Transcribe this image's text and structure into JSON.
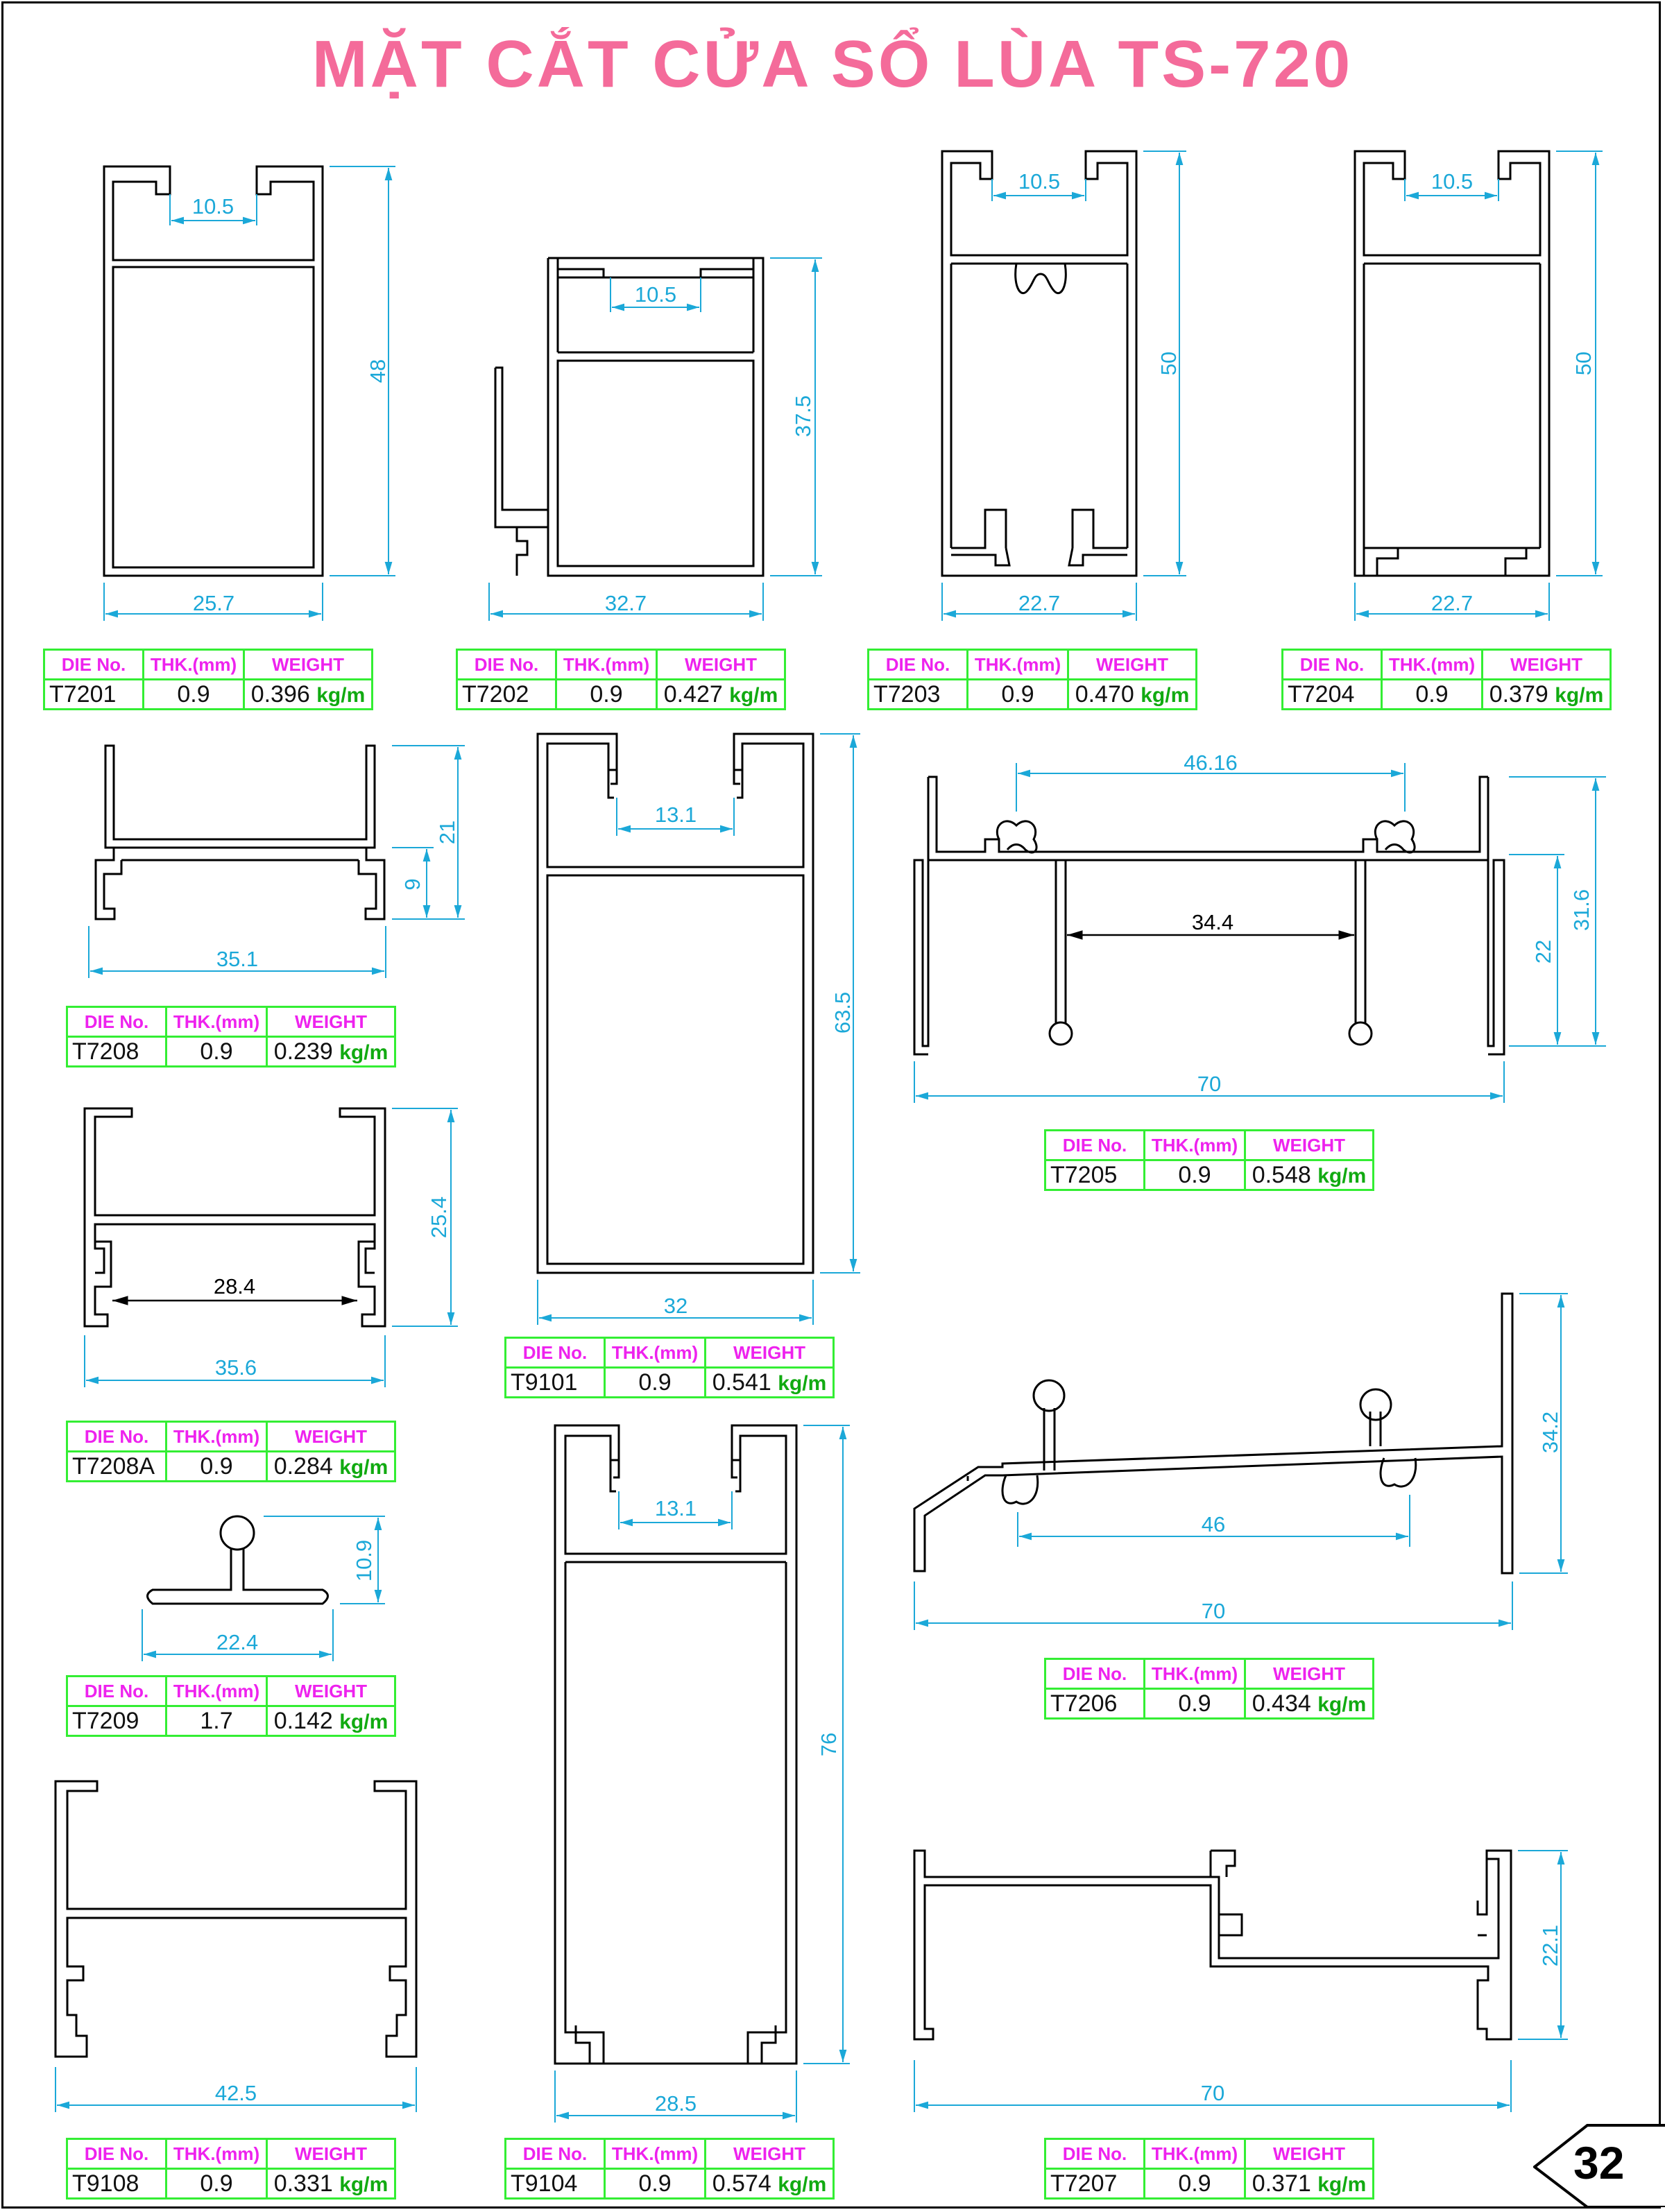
{
  "page": {
    "title": "MẶT CẮT CỬA SỔ LÙA TS-720",
    "page_number": "32"
  },
  "table_headers": {
    "die": "DIE No.",
    "thk": "THK.(mm)",
    "weight": "WEIGHT"
  },
  "tables": {
    "t7201": {
      "die": "T7201",
      "thk": "0.9",
      "weight": "0.396",
      "unit": "kg/m"
    },
    "t7202": {
      "die": "T7202",
      "thk": "0.9",
      "weight": "0.427",
      "unit": "kg/m"
    },
    "t7203": {
      "die": "T7203",
      "thk": "0.9",
      "weight": "0.470",
      "unit": "kg/m"
    },
    "t7204": {
      "die": "T7204",
      "thk": "0.9",
      "weight": "0.379",
      "unit": "kg/m"
    },
    "t7208": {
      "die": "T7208",
      "thk": "0.9",
      "weight": "0.239",
      "unit": "kg/m"
    },
    "t9101": {
      "die": "T9101",
      "thk": "0.9",
      "weight": "0.541",
      "unit": "kg/m"
    },
    "t7205": {
      "die": "T7205",
      "thk": "0.9",
      "weight": "0.548",
      "unit": "kg/m"
    },
    "t7208a": {
      "die": "T7208A",
      "thk": "0.9",
      "weight": "0.284",
      "unit": "kg/m"
    },
    "t7209": {
      "die": "T7209",
      "thk": "1.7",
      "weight": "0.142",
      "unit": "kg/m"
    },
    "t7206": {
      "die": "T7206",
      "thk": "0.9",
      "weight": "0.434",
      "unit": "kg/m"
    },
    "t9108": {
      "die": "T9108",
      "thk": "0.9",
      "weight": "0.331",
      "unit": "kg/m"
    },
    "t9104": {
      "die": "T9104",
      "thk": "0.9",
      "weight": "0.574",
      "unit": "kg/m"
    },
    "t7207": {
      "die": "T7207",
      "thk": "0.9",
      "weight": "0.371",
      "unit": "kg/m"
    }
  },
  "dims": {
    "t7201": {
      "slot": "10.5",
      "height": "48",
      "width": "25.7"
    },
    "t7202": {
      "slot": "10.5",
      "height": "37.5",
      "width": "32.7"
    },
    "t7203": {
      "slot": "10.5",
      "height": "50",
      "width": "22.7"
    },
    "t7204": {
      "slot": "10.5",
      "height": "50",
      "width": "22.7"
    },
    "t7208": {
      "h1": "21",
      "h2": "9",
      "width": "35.1"
    },
    "t9101": {
      "slot": "13.1",
      "height": "63.5",
      "width": "32"
    },
    "t7205": {
      "top": "46.16",
      "inner": "34.4",
      "h1": "22",
      "h2": "31.6",
      "width": "70"
    },
    "t7208a": {
      "inner": "28.4",
      "height": "25.4",
      "width": "35.6"
    },
    "t7209": {
      "height": "10.9",
      "width": "22.4"
    },
    "t7206": {
      "inner": "46",
      "height": "34.2",
      "width": "70"
    },
    "t9108": {
      "width": "42.5"
    },
    "t9104": {
      "slot": "13.1",
      "height": "76",
      "width": "28.5"
    },
    "t7207": {
      "height": "22.1",
      "width": "70"
    }
  },
  "colors": {
    "title": "#f46b9a",
    "dimension": "#1ba8d8",
    "profile": "#000000",
    "table_border": "#33ee33",
    "table_header": "#ee22ee",
    "weight_unit": "#11aa11"
  }
}
